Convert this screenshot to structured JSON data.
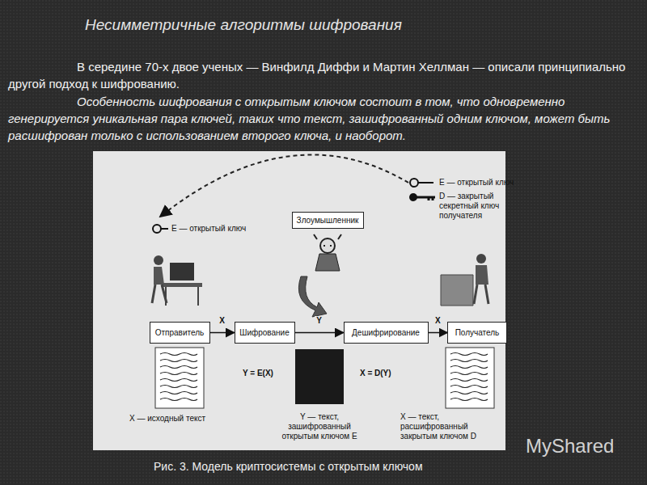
{
  "diagram": {
    "title": "Несимметричные алгоритмы шифрования",
    "caption": "Рис. 3. Модель криптосистемы с открытым ключом",
    "nodes": [
      {
        "text": [
          "Злоумышленник"
        ]
      },
      {
        "text": [
          "Отправитель"
        ]
      },
      {
        "text": [
          "Шифрование"
        ]
      },
      {
        "text": [
          "Дешифрирование"
        ]
      },
      {
        "text": [
          "Получатель"
        ]
      }
    ],
    "edges": [
      {
        "from": 1,
        "to": 2,
        "label": "X",
        "arrow": "to"
      },
      {
        "from": 2,
        "to": 3,
        "label": "Y",
        "arrow": "to"
      },
      {
        "from": 3,
        "to": 4,
        "label": "X",
        "arrow": "to"
      }
    ],
    "labels": [
      "В середине 70-х двое ученых — Винфилд Диффи и Мартин Хеллман — описали принципиально другой подход к шифрованию.",
      "Особенность шифрования с открытым ключом состоит в том, что одновременно генерируется уникальная пара ключей, таких что текст, зашифрованный одним ключом, может быть расшифрован только с использованием второго ключа, и наоборот.",
      "E — открытый ключ",
      "E — открытый ключ",
      "D — закрытый секретный ключ получателя",
      "Y = E(X)",
      "X = D(Y)",
      "X — исходный текст",
      "Y — текст, зашифрованный открытым ключом E",
      "X — текст, расшифрованный закрытым ключом D",
      "MyShared"
    ]
  }
}
